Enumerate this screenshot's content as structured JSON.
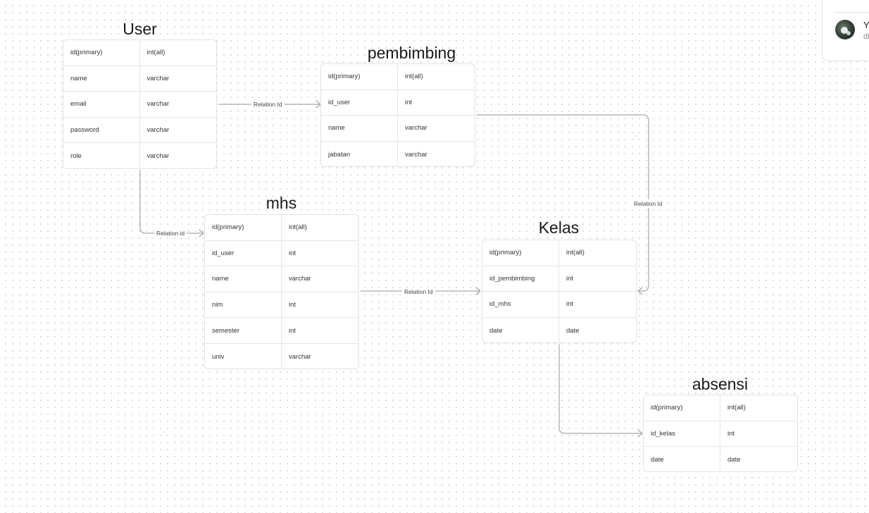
{
  "tables": {
    "user": {
      "title": "User",
      "rows": [
        {
          "field": "id(primary)",
          "type": "int(all)"
        },
        {
          "field": "name",
          "type": "varchar"
        },
        {
          "field": "email",
          "type": "varchar"
        },
        {
          "field": "password",
          "type": "varchar"
        },
        {
          "field": "role",
          "type": "varchar"
        }
      ]
    },
    "pembimbing": {
      "title": "pembimbing",
      "rows": [
        {
          "field": "id(primary)",
          "type": "int(all)"
        },
        {
          "field": "id_user",
          "type": "int"
        },
        {
          "field": "name",
          "type": "varchar"
        },
        {
          "field": "jabatan",
          "type": "varchar"
        }
      ]
    },
    "mhs": {
      "title": "mhs",
      "rows": [
        {
          "field": "id(primary)",
          "type": "int(all)"
        },
        {
          "field": "id_user",
          "type": "int"
        },
        {
          "field": "name",
          "type": "varchar"
        },
        {
          "field": "nim",
          "type": "int"
        },
        {
          "field": "semester",
          "type": "int"
        },
        {
          "field": "univ",
          "type": "varchar"
        }
      ]
    },
    "kelas": {
      "title": "Kelas",
      "rows": [
        {
          "field": "id(primary)",
          "type": "int(all)"
        },
        {
          "field": "id_pembimbing",
          "type": "int"
        },
        {
          "field": "id_mhs",
          "type": "int"
        },
        {
          "field": "date",
          "type": "date"
        }
      ]
    },
    "absensi": {
      "title": "absensi",
      "rows": [
        {
          "field": "id(primary)",
          "type": "int(all)"
        },
        {
          "field": "id_kelas",
          "type": "int"
        },
        {
          "field": "date",
          "type": "date"
        }
      ]
    }
  },
  "relations": {
    "user_pembimbing": "Relation Id",
    "user_mhs": "Relation id",
    "pembimbing_kelas": "Relation Id",
    "mhs_kelas": "Relation Id"
  },
  "panel": {
    "line1": "Y",
    "line2": "di"
  },
  "colors": {
    "connector": "#a6a6a6",
    "border": "#e2e2e2",
    "dot": "#d3d3d3"
  }
}
